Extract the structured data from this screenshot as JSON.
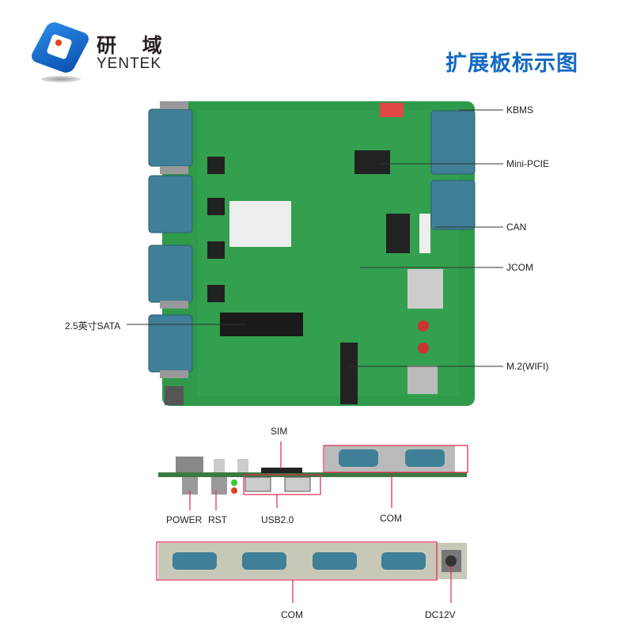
{
  "brand": {
    "name_cn": "研 域",
    "name_en": "YENTEK"
  },
  "title": "扩展板标示图",
  "top_view_labels": {
    "kbms": "KBMS",
    "mini_pcie": "Mini-PCIE",
    "can": "CAN",
    "jcom": "JCOM",
    "m2": "M.2(WIFI)",
    "sata": "2.5英寸SATA"
  },
  "front_view_labels": {
    "sim": "SIM",
    "power": "POWER",
    "rst": "RST",
    "usb": "USB2.0",
    "com": "COM"
  },
  "rear_view_labels": {
    "com": "COM",
    "dc": "DC12V"
  },
  "colors": {
    "accent": "#1369c2",
    "pcb": "#2f9a4a",
    "connector": "#3f7f98",
    "callout": "#e0264f"
  }
}
